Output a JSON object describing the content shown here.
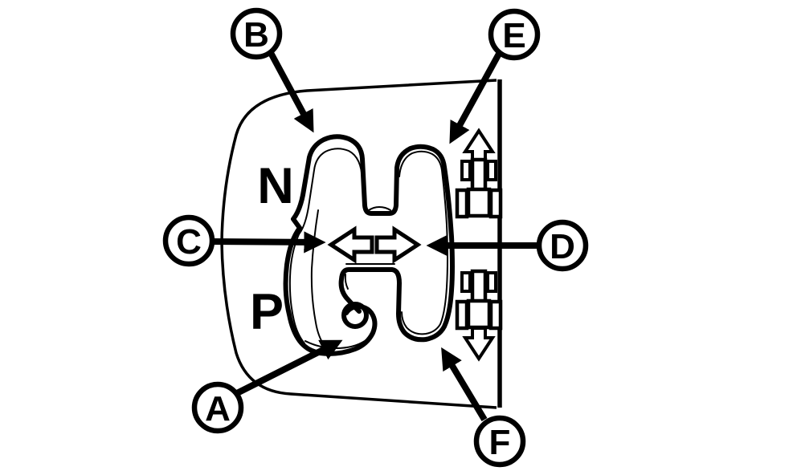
{
  "figure": {
    "panel_labels": {
      "neutral": "N",
      "park": "P"
    },
    "callouts": {
      "a": {
        "label": "A"
      },
      "b": {
        "label": "B"
      },
      "c": {
        "label": "C"
      },
      "d": {
        "label": "D"
      },
      "e": {
        "label": "E"
      },
      "f": {
        "label": "F"
      }
    },
    "icons": [
      "tractor-forward-icon",
      "tractor-reverse-icon",
      "shift-left-arrow-icon",
      "shift-right-arrow-icon",
      "up-arrow-icon",
      "down-arrow-icon"
    ],
    "colors": {
      "ink": "#000000",
      "paper": "#ffffff"
    }
  }
}
